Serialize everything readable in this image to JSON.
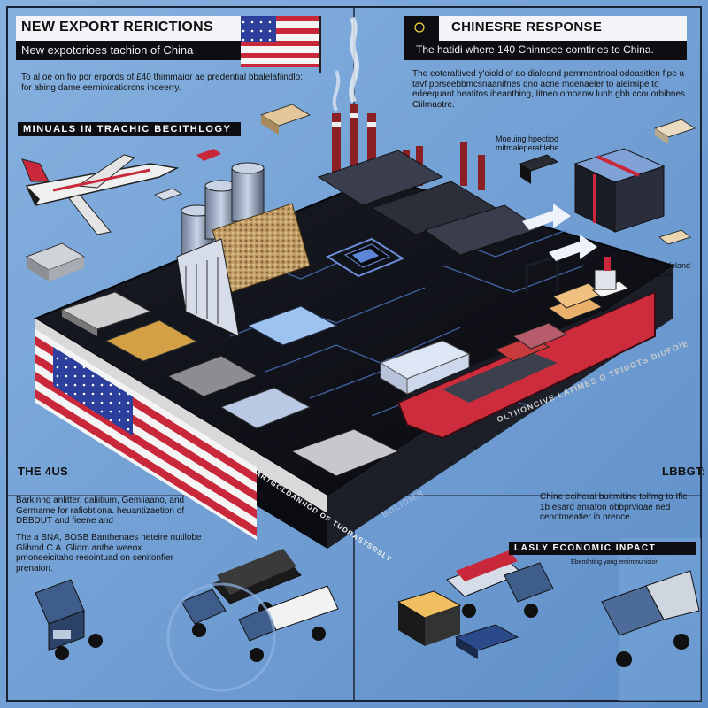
{
  "header_left": {
    "title": "NEW EXPORT  RERICTIONS",
    "subtitle": "New expotorioes tachion of China",
    "body": "To al oe on fio por erpords of £40 thimmaior ae predential bbalelafiindlo: for abing dame eerninicatiorcns indeerry."
  },
  "header_right": {
    "title": "CHINESRE RESPONSE",
    "subtitle": "The hatidi where 140 Chinnsee comtiries to China.",
    "body": "The eoteraltived y'oiold of ao dialeand pemmentrioal odoasitlen fipe a tavf porseebbmcsnaanifnes dno acne moenaeler to aleimipe to edeequant heatitos iheanthing, Iitneo omoanw lunh gbb ccouorbibnes Ciilmaotre."
  },
  "band_minerals": "MINUALS IN TRACHIC BECITHLOGY",
  "box_label_top": "Moeuing hpectiod mitmaleperablehe",
  "box_label_mid": "profefoland nucker",
  "ship_caption": "OLTHONCIVE LATIMES O TEIDGTS DIUFOIE",
  "board_side_text": "ARTGOLDANIIOD OF TUDRASTSRSLY",
  "board_label": "BOLIOIER",
  "lower_left": {
    "title": "THE 4US",
    "body1": "Barkinng anlitter, galiitium, Gemiiaano, and Germame for rafiobtiona. heuantizaetion of DEBDUT and fieene and",
    "body2": "The a BNA, BOSB Banthenaes heteire nutilobe Glihmd C.A. Glidm anthe weeox pmoneeicitaho reeointuad on cenitonfier prenaion."
  },
  "lower_right": {
    "title": "LBBGT:",
    "body": "Chine eciheral buitmitine tolfmg to Ifle 1b esard anrafon obbprvioae ned cenotmeatier ih prence.",
    "band": "LASLY ECONOMIC INPACT",
    "note": "Ebemlnting yang emimmunicion"
  },
  "colors": {
    "background": "#6f9fd6",
    "board": "#0f1016",
    "flag_red": "#c8283a",
    "flag_blue": "#2d3f9c",
    "ship_red": "#cc2c3c"
  },
  "icons": [
    "us-flag-icon",
    "china-flag-icon",
    "airplane-icon",
    "factory-icon",
    "circuit-chip-icon",
    "cargo-ship-icon",
    "gift-box-icon",
    "truck-icon",
    "mineral-block-icon"
  ]
}
